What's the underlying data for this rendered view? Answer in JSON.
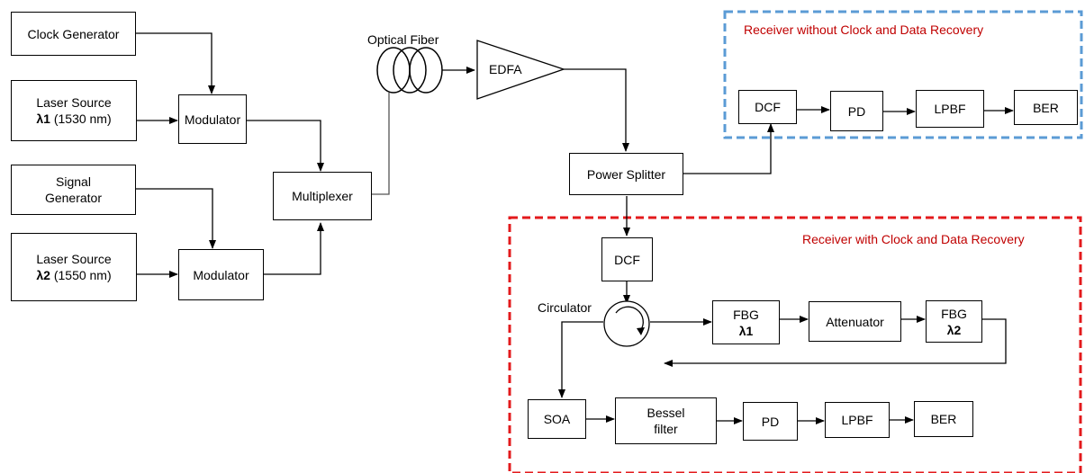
{
  "colors": {
    "receiver_without_cdr_border": "#5b9bd5",
    "receiver_with_cdr_border": "#e31a1c",
    "region_title": "#c00000"
  },
  "transmitter": {
    "clock_generator": "Clock Generator",
    "laser1": {
      "line1": "Laser Source",
      "lambda": "λ1",
      "wavelength": "(1530 nm)"
    },
    "modulator1": "Modulator",
    "signal_generator": {
      "line1": "Signal",
      "line2": "Generator"
    },
    "laser2": {
      "line1": "Laser Source",
      "lambda": "λ2",
      "wavelength": "(1550 nm)"
    },
    "modulator2": "Modulator",
    "multiplexer": "Multiplexer"
  },
  "link": {
    "fiber_label": "Optical Fiber",
    "edfa": "EDFA",
    "power_splitter": "Power Splitter"
  },
  "receiver_without_cdr": {
    "title": "Receiver without Clock and Data Recovery",
    "dcf": "DCF",
    "pd": "PD",
    "lpbf": "LPBF",
    "ber": "BER"
  },
  "receiver_with_cdr": {
    "title": "Receiver with Clock and Data Recovery",
    "dcf": "DCF",
    "circulator_label": "Circulator",
    "fbg1": {
      "line1": "FBG",
      "lambda": "λ1"
    },
    "attenuator": "Attenuator",
    "fbg2": {
      "line1": "FBG",
      "lambda": "λ2"
    },
    "soa": "SOA",
    "bessel": {
      "line1": "Bessel",
      "line2": "filter"
    },
    "pd": "PD",
    "lpbf": "LPBF",
    "ber": "BER"
  }
}
